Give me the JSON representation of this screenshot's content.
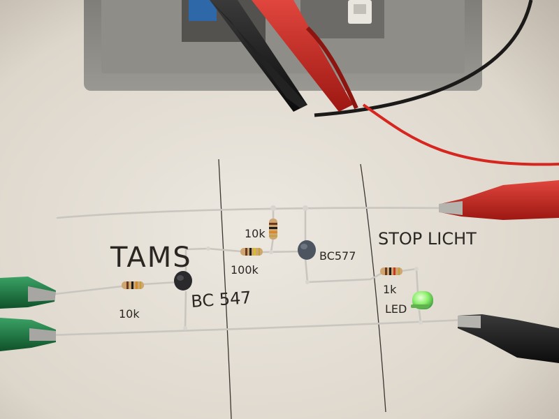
{
  "annotations": {
    "section_label": "TAMS",
    "transistor_1": "BC 547",
    "transistor_2": "BC577",
    "section_label_2": "STOP LICHT",
    "resistor_base_1": "10k",
    "resistor_top": "10k",
    "resistor_base_2": "100k",
    "resistor_led": "1k",
    "led_label": "LED"
  },
  "colors": {
    "paper": "#e7e2d9",
    "power_supply": "#8c8a84",
    "wire_red": "#d5261f",
    "wire_black": "#1b1a19",
    "clip_red": "#c8221b",
    "clip_black": "#141414",
    "clip_green": "#1f7b45",
    "bare_wire": "#c9c6c0",
    "led_green": "#7fe06a"
  }
}
